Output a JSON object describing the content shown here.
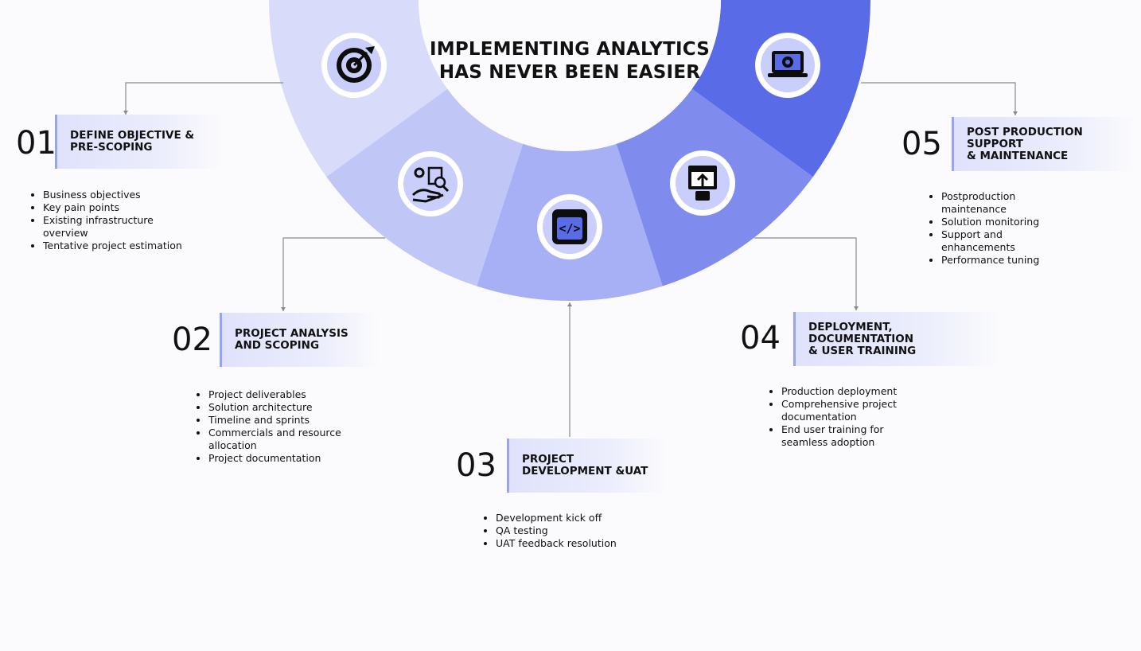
{
  "title": "IMPLEMENTING ANALYTICS\nHAS NEVER BEEN EASIER",
  "colors": {
    "segment_1": "#d8dcfa",
    "segment_2": "#c0c7f7",
    "segment_3": "#a7b0f4",
    "segment_4": "#7f8cee",
    "segment_5": "#5a6be8",
    "accent": "#9aa3f0",
    "connector": "#8a8a8a"
  },
  "steps": [
    {
      "number": "01",
      "title": "DEFINE OBJECTIVE &\nPRE-SCOPING",
      "icon": "target-icon",
      "bullets": [
        "Business objectives",
        "Key pain points",
        "Existing infrastructure overview",
        "Tentative project estimation"
      ]
    },
    {
      "number": "02",
      "title": "PROJECT ANALYSIS\nAND SCOPING",
      "icon": "analysis-hand-magnifier-icon",
      "bullets": [
        "Project deliverables",
        "Solution architecture",
        "Timeline and sprints",
        "Commercials and resource allocation",
        "Project documentation"
      ]
    },
    {
      "number": "03",
      "title": "PROJECT\nDEVELOPMENT &UAT",
      "icon": "code-window-icon",
      "bullets": [
        "Development kick off",
        "QA testing",
        "UAT feedback resolution"
      ]
    },
    {
      "number": "04",
      "title": "DEPLOYMENT, DOCUMENTATION\n& USER TRAINING",
      "icon": "upload-deploy-icon",
      "bullets": [
        "Production deployment",
        "Comprehensive project documentation",
        "End user training for seamless adoption"
      ]
    },
    {
      "number": "05",
      "title": "POST PRODUCTION SUPPORT\n& MAINTENANCE",
      "icon": "laptop-gear-icon",
      "bullets": [
        "Postproduction maintenance",
        "Solution monitoring",
        "Support and enhancements",
        "Performance tuning"
      ]
    }
  ]
}
